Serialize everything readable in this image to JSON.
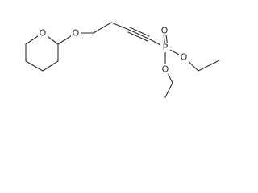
{
  "molecule": {
    "atoms": {
      "ring_oxygen": "O",
      "ether_oxygen": "O",
      "phosphorus": "P",
      "phosphoryl_oxygen": "O",
      "ester_oxygen_upper": "O",
      "ester_oxygen_lower": "O"
    },
    "colors": {
      "bond": "#2b2b2b",
      "background": "#ffffff"
    }
  }
}
